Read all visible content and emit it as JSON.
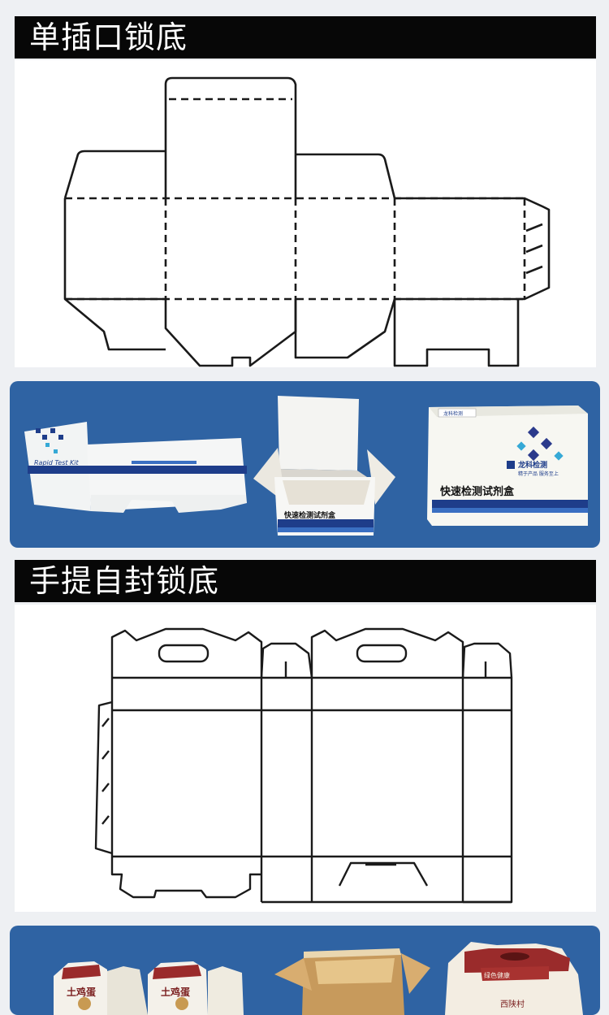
{
  "sections": [
    {
      "title": "单插口锁底",
      "photo_labels": {
        "flat_kit_label": "Rapid Test Kit",
        "brand_label": "龙科检测",
        "brand_slogan": "精于产品 服务至上",
        "product_name": "快速检测试剂盒"
      }
    },
    {
      "title": "手提自封锁底",
      "photo_labels": {
        "gift_box_label": "土鸡蛋",
        "gift_box_slogan": "绿色健康",
        "side_box_label": "西陕村"
      }
    }
  ],
  "colors": {
    "header_bg": "#070707",
    "header_text": "#ffffff",
    "panel_blue": "#2f63a3",
    "dieline_stroke": "#1a1a1a",
    "page_bg": "#eef0f3"
  }
}
